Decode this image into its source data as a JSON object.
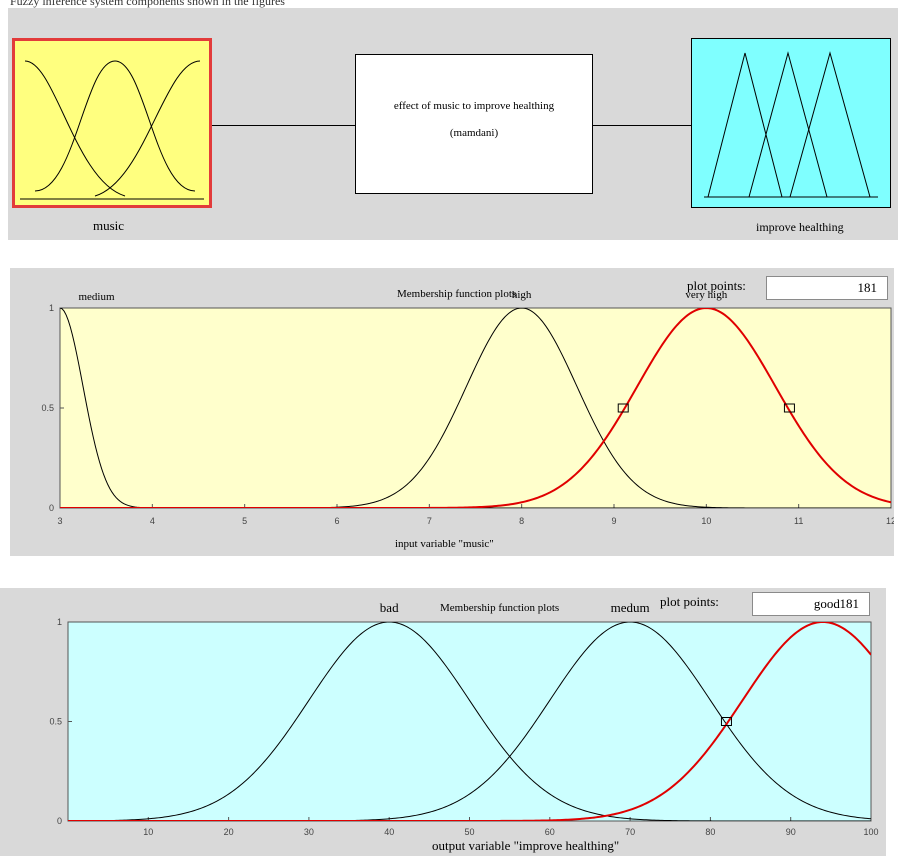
{
  "caption_top": "Fuzzy inference system components shown in the figures",
  "fis_editor": {
    "input_name": "music",
    "system_line1": "effect of music to improve healthing",
    "system_line2": "(mamdani)",
    "output_name": "improve healthing",
    "colors": {
      "input_fill": "#ffff7f",
      "input_border": "#e23b3b",
      "output_fill": "#7fffff",
      "system_fill": "#ffffff"
    }
  },
  "input_plot": {
    "title": "Membership function plots",
    "plot_points_label": "plot points:",
    "plot_points_value": "181",
    "xlabel": "input variable \"music\"",
    "background": "#ffffcc",
    "mf_labels": [
      "medium",
      "high",
      "very high"
    ]
  },
  "output_plot": {
    "title": "Membership function plots",
    "plot_points_label": "plot points:",
    "plot_points_value": "181",
    "xlabel": "output variable \"improve healthing\"",
    "background": "#ccffff",
    "mf_labels": [
      "bad",
      "medum",
      "good"
    ]
  },
  "chart_data": [
    {
      "type": "line",
      "title": "Membership function plots",
      "xlabel": "input variable \"music\"",
      "xlim": [
        3,
        12
      ],
      "ylim": [
        0,
        1
      ],
      "xticks": [
        3,
        4,
        5,
        6,
        7,
        8,
        9,
        10,
        11,
        12
      ],
      "yticks": [
        0,
        0.5,
        1
      ],
      "series": [
        {
          "name": "medium",
          "shape": "gaussmf",
          "sigma": 0.25,
          "center": 3,
          "color": "#000000"
        },
        {
          "name": "high",
          "shape": "gaussmf",
          "sigma": 0.6,
          "center": 8,
          "color": "#000000"
        },
        {
          "name": "very high",
          "shape": "gaussmf",
          "sigma": 0.75,
          "center": 10,
          "color": "#e00000",
          "selected": true
        }
      ],
      "markers": [
        [
          9.1,
          0.5
        ],
        [
          10.9,
          0.5
        ]
      ]
    },
    {
      "type": "line",
      "title": "Membership function plots",
      "xlabel": "output variable \"improve healthing\"",
      "xlim": [
        0,
        100
      ],
      "ylim": [
        0,
        1
      ],
      "xticks": [
        10,
        20,
        30,
        40,
        50,
        60,
        70,
        80,
        90,
        100
      ],
      "yticks": [
        0,
        0.5,
        1
      ],
      "series": [
        {
          "name": "bad",
          "shape": "gaussmf",
          "sigma": 10,
          "center": 40,
          "color": "#000000"
        },
        {
          "name": "medum",
          "shape": "gaussmf",
          "sigma": 10,
          "center": 70,
          "color": "#000000"
        },
        {
          "name": "good",
          "shape": "gaussmf",
          "sigma": 10,
          "center": 94,
          "color": "#e00000",
          "selected": true
        }
      ],
      "markers": [
        [
          82,
          0.5
        ]
      ]
    }
  ]
}
